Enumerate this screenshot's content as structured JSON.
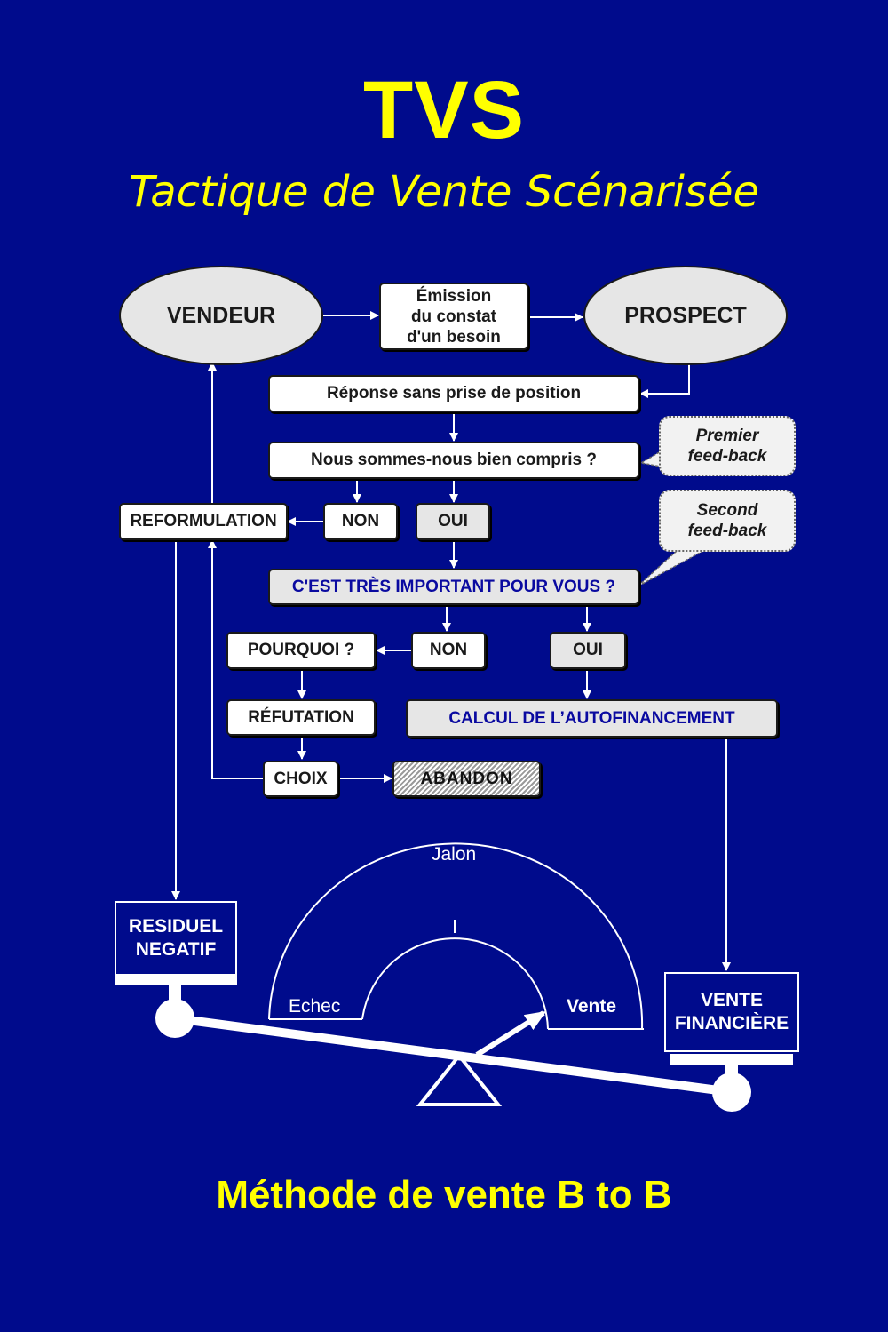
{
  "title": "TVS",
  "subtitle": "Tactique de Vente Scénarisée",
  "footer": "Méthode de vente B to B",
  "colors": {
    "background": "#000b8c",
    "title": "#ffff00",
    "accent_text": "#0a0aa0",
    "box": "#ffffff",
    "box_gray": "#e6e6e6"
  },
  "nodes": {
    "vendeur": "VENDEUR",
    "prospect": "PROSPECT",
    "emission": "Émission\ndu constat\nd'un besoin",
    "reponse": "Réponse sans prise de position",
    "compris": "Nous sommes-nous bien compris ?",
    "reformulation": "REFORMULATION",
    "non1": "NON",
    "oui1": "OUI",
    "important": "C'EST TRÈS IMPORTANT POUR VOUS ?",
    "pourquoi": "POURQUOI ?",
    "non2": "NON",
    "oui2": "OUI",
    "refutation": "RÉFUTATION",
    "calcul": "CALCUL DE L’AUTOFINANCEMENT",
    "choix": "CHOIX",
    "abandon": "ABANDON"
  },
  "bubbles": {
    "premier": "Premier\nfeed-back",
    "second": "Second\nfeed-back"
  },
  "gauge": {
    "jalon": "Jalon",
    "echec": "Echec",
    "vente": "Vente",
    "residuel": "RESIDUEL\nNEGATIF",
    "vente_financiere": "VENTE\nFINANCIÈRE"
  }
}
